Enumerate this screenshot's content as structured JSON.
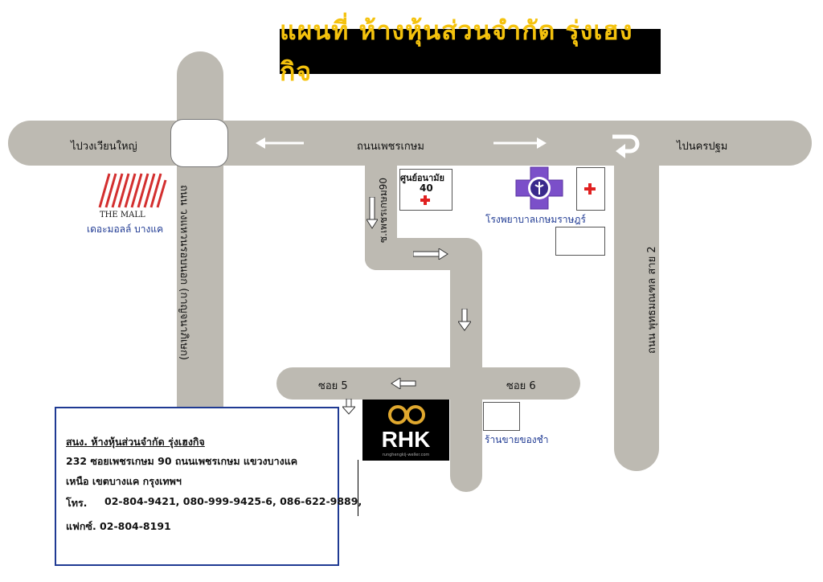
{
  "title": "แผนที่ ห้างหุ้นส่วนจำกัด  รุ่งเฮงกิจ",
  "roads": {
    "main_road": "ถนนเพชรเกษม",
    "left_end": "ไปวงเวียนใหญ่",
    "right_end": "ไปนครปฐม",
    "left_vertical": "ถนน วงแหวนรอบนอก (กาญจนาภิเษก)",
    "right_vertical": "ถนน พุทธมณฑล สาย 2",
    "soi_main": "ซ.เพชรเกษม90",
    "soi_5": "ซอย 5",
    "soi_6": "ซอย 6"
  },
  "landmarks": {
    "mall_logo": "THE MALL",
    "mall_name": "เดอะมอลล์ บางแค",
    "health_center": "ศูนย์อนามัย",
    "health_center_number": "40",
    "hospital": "โรงพยาบาลเกษมราษฎร์",
    "shop": "ร้านขายของชำ",
    "rhk_logo": "RHK",
    "rhk_url": "runghengkij-weller.com"
  },
  "info": {
    "company": "สนง. ห้างหุ้นส่วนจำกัด  รุ่งเฮงกิจ",
    "address_line1": "232  ซอยเพชรเกษม 90  ถนนเพชรเกษม  แขวงบางแค",
    "address_line2": "เหนือ   เขตบางแค   กรุงเทพฯ",
    "phone_label": "โทร.",
    "phones": "02-804-9421, 080-999-9425-6, 086-622-9889,",
    "fax": "แฟกซ์.  02-804-8191"
  },
  "colors": {
    "road": "#bdbab2",
    "title_bg": "#000000",
    "title_text": "#f4c20d",
    "info_border": "#1f3a93",
    "red": "#e02020"
  }
}
